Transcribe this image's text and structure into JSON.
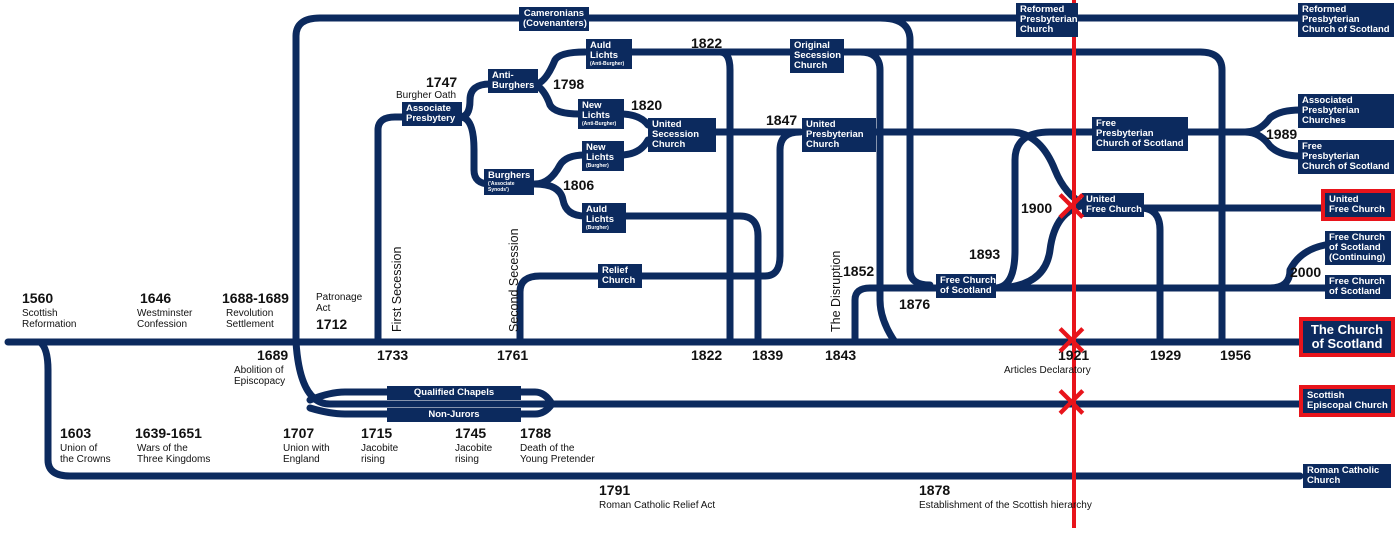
{
  "boxes": {
    "cameronians": "Cameronians\n(Covenanters)",
    "reformed_presby_mid": "Reformed\nPresbyterian\nChurch",
    "reformed_presby_end": "Reformed\nPresbyterian\nChurch of Scotland",
    "auld_lichts_ab": "Auld\nLichts",
    "auld_lichts_ab_sub": "(Anti-Burgher)",
    "original_secession": "Original\nSecession\nChurch",
    "anti_burghers": "Anti-\nBurghers",
    "associate_presbytery": "Associate\nPresbytery",
    "new_lichts_ab": "New\nLichts",
    "new_lichts_ab_sub": "(Anti-Burgher)",
    "united_secession": "United\nSecession\nChurch",
    "united_presbyterian": "United\nPresbyterian\nChurch",
    "burghers": "Burghers",
    "burghers_sub": "('Associate\nSynods')",
    "new_lichts_b": "New\nLichts",
    "new_lichts_b_sub": "(Burgher)",
    "auld_lichts_b": "Auld\nLichts",
    "auld_lichts_b_sub": "(Burgher)",
    "relief_church": "Relief\nChurch",
    "free_presby": "Free\nPresbyterian\nChurch of Scotland",
    "associated_presby": "Associated\nPresbyterian\nChurches",
    "free_presby_end": "Free\nPresbyterian\nChurch of Scotland",
    "united_free_mid": "United\nFree Church",
    "united_free_end": "United\nFree Church",
    "free_church_mid": "Free Church\nof Scotland",
    "free_church_continuing": "Free Church\nof Scotland\n(Continuing)",
    "free_church_end": "Free Church\nof Scotland",
    "church_of_scotland": "The Church\nof Scotland",
    "qualified_chapels": "Qualified Chapels",
    "non_jurors": "Non-Jurors",
    "scottish_episcopal": "Scottish\nEpiscopal Church",
    "roman_catholic": "Roman Catholic\nChurch"
  },
  "years": {
    "y1560": "1560",
    "y1646": "1646",
    "y1688": "1688-1689",
    "y1712": "1712",
    "y1747": "1747",
    "y1798": "1798",
    "y1822a": "1822",
    "y1820": "1820",
    "y1847": "1847",
    "y1806": "1806",
    "y1989": "1989",
    "y1900": "1900",
    "y1893": "1893",
    "y1852": "1852",
    "y1876": "1876",
    "y2000": "2000",
    "y1689": "1689",
    "y1733": "1733",
    "y1761": "1761",
    "y1822b": "1822",
    "y1839": "1839",
    "y1843": "1843",
    "y1921": "1921",
    "y1929": "1929",
    "y1956": "1956",
    "y1603": "1603",
    "y1639": "1639-1651",
    "y1707": "1707",
    "y1715": "1715",
    "y1745": "1745",
    "y1788": "1788",
    "y1791": "1791",
    "y1878": "1878"
  },
  "labels": {
    "scottish_reformation": "Scottish\nReformation",
    "westminster": "Westminster\nConfession",
    "revolution": "Revolution\nSettlement",
    "patronage": "Patronage\nAct",
    "burgher_oath": "Burgher Oath",
    "abolition": "Abolition of\nEpiscopacy",
    "articles": "Articles Declaratory",
    "union_crowns": "Union of\nthe Crowns",
    "wars": "Wars of the\nThree Kingdoms",
    "union_england": "Union with\nEngland",
    "jacobite1": "Jacobite\nrising",
    "jacobite2": "Jacobite\nrising",
    "death_pretender": "Death of the\nYoung Pretender",
    "rc_relief": "Roman Catholic Relief Act",
    "hierarchy": "Establishment of the Scottish hierarchy",
    "first_secession": "First Secession",
    "second_secession": "Second Secession",
    "disruption": "The Disruption"
  },
  "marks": {
    "cross": "✕"
  },
  "colors": {
    "line": "#0c2a5e",
    "highlight": "#e8141b"
  }
}
